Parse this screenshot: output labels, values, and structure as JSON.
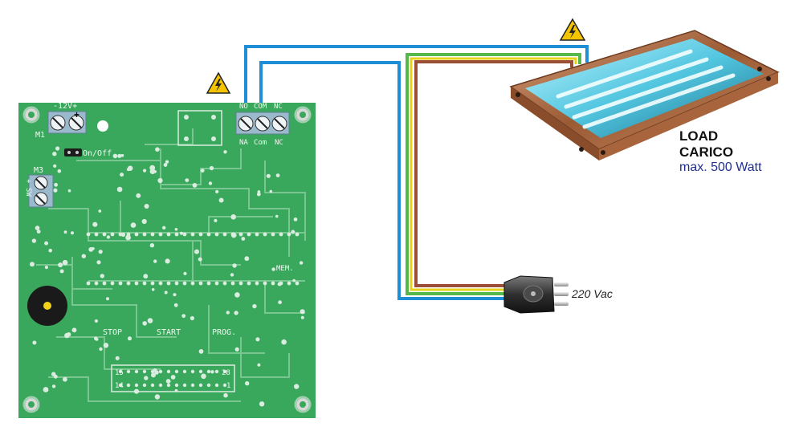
{
  "pcb": {
    "connector_m1": {
      "label": "M1",
      "polarity": "-12V+"
    },
    "connector_m3": {
      "label": "M3",
      "side_label": "+ SW"
    },
    "jumper_label": "On/Off",
    "relay_top_labels": [
      "NO",
      "COM",
      "NC"
    ],
    "relay_bottom_labels": [
      "NA",
      "Com",
      "NC"
    ],
    "button_labels": {
      "stop": "STOP",
      "start": "START",
      "prog": "PROG.",
      "mem": "MEM."
    },
    "chip_pins": {
      "top_left": "15",
      "top_right": "28",
      "bottom_left": "14",
      "bottom_right": "1"
    },
    "board_color": "#3aa85c",
    "trace_color": "#b9dcc4"
  },
  "load": {
    "title_line1": "LOAD",
    "title_line2": "CARICO",
    "spec": "max. 500 Watt"
  },
  "plug": {
    "voltage_label": "220 Vac"
  },
  "wires": {
    "blue": "#1e8fd6",
    "green": "#55b84a",
    "yellow": "#e8d21a",
    "brown": "#9b4e36"
  },
  "warning_icons": [
    "high-voltage-warning-icon",
    "high-voltage-warning-icon"
  ]
}
